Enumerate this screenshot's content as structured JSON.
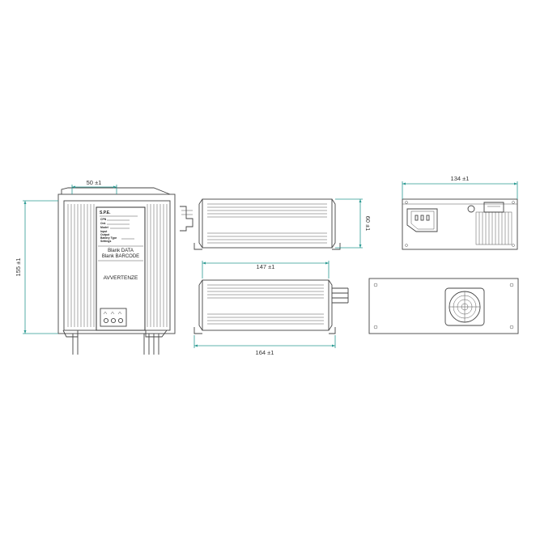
{
  "colors": {
    "dimension": "#2a9a92",
    "line": "#333333",
    "background": "#ffffff"
  },
  "dimensions": {
    "front_top": "50 ±1",
    "front_height": "155 ±1",
    "side_height": "60 ±1",
    "top_width": "147 ±1",
    "bottom_width": "164 ±1",
    "end_width": "134 ±1"
  },
  "label": {
    "brand": "S.P.E.",
    "field_1": "CPN",
    "field_2": "Ord.",
    "field_3": "Model",
    "field_4": "Input",
    "field_5": "Output",
    "field_6": "Battery Type",
    "field_7": "Settings",
    "blank_data": "Blank DATA",
    "blank_barcode": "Blank BARCODE",
    "warning": "AVVERTENZE"
  }
}
